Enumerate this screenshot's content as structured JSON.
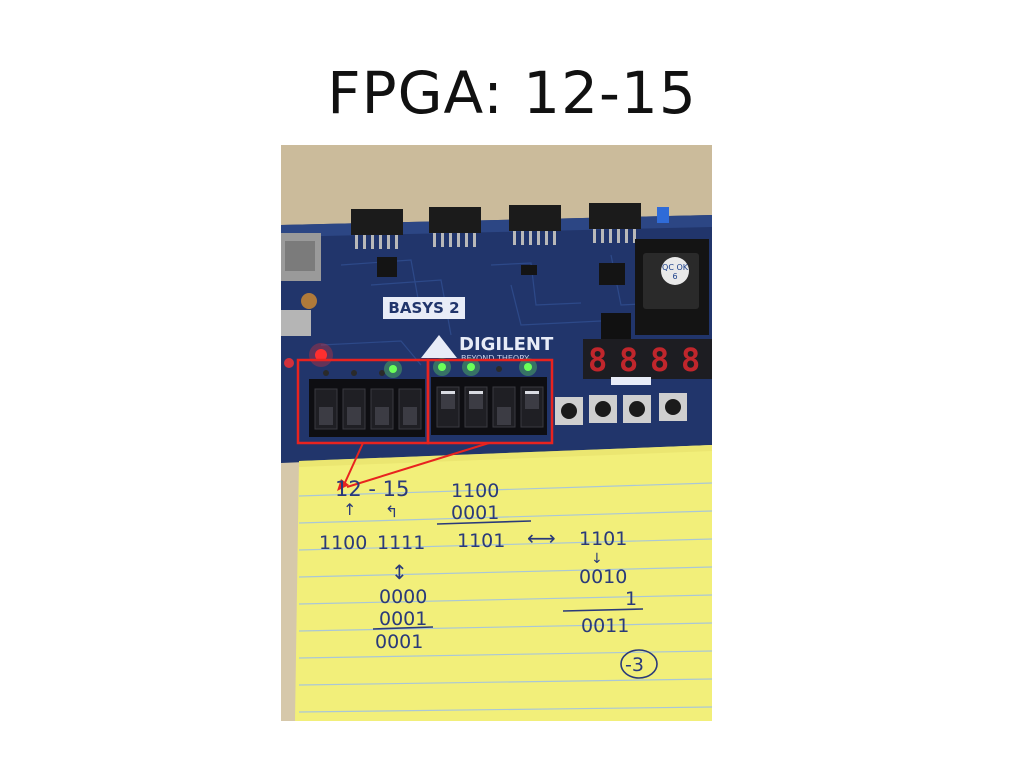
{
  "slide": {
    "title": "FPGA: 12-15"
  },
  "photo": {
    "board": {
      "model_label": "BASYS 2",
      "brand_label": "DIGILENT",
      "brand_tagline": "BEYOND THEORY",
      "qc_label": "QC OK",
      "qc_number": "6",
      "switch_groups": {
        "left_highlight_color": "#e8231f",
        "right_highlight_color": "#e8231f"
      },
      "leds": {
        "left_group": [
          false,
          false,
          false,
          true
        ],
        "right_group": [
          true,
          true,
          false,
          true
        ]
      },
      "seven_segment_color": "#c0262c"
    },
    "note": {
      "paper_color": "#f2ef7a",
      "line_color": "#aac7d6",
      "ink_color": "#2a3a7a",
      "lines": {
        "expression": "12 - 15",
        "left_operand": "1100",
        "right_operand": "1111",
        "invert": "0000",
        "add_one": "0001",
        "twos_complement": "0001",
        "sum_top": "1100",
        "sum_add": "0001",
        "sum_result": "1101",
        "mirror": "1101",
        "mirror_invert": "0010",
        "mirror_add": "1",
        "mirror_result": "0011",
        "final_answer": "-3"
      }
    }
  }
}
